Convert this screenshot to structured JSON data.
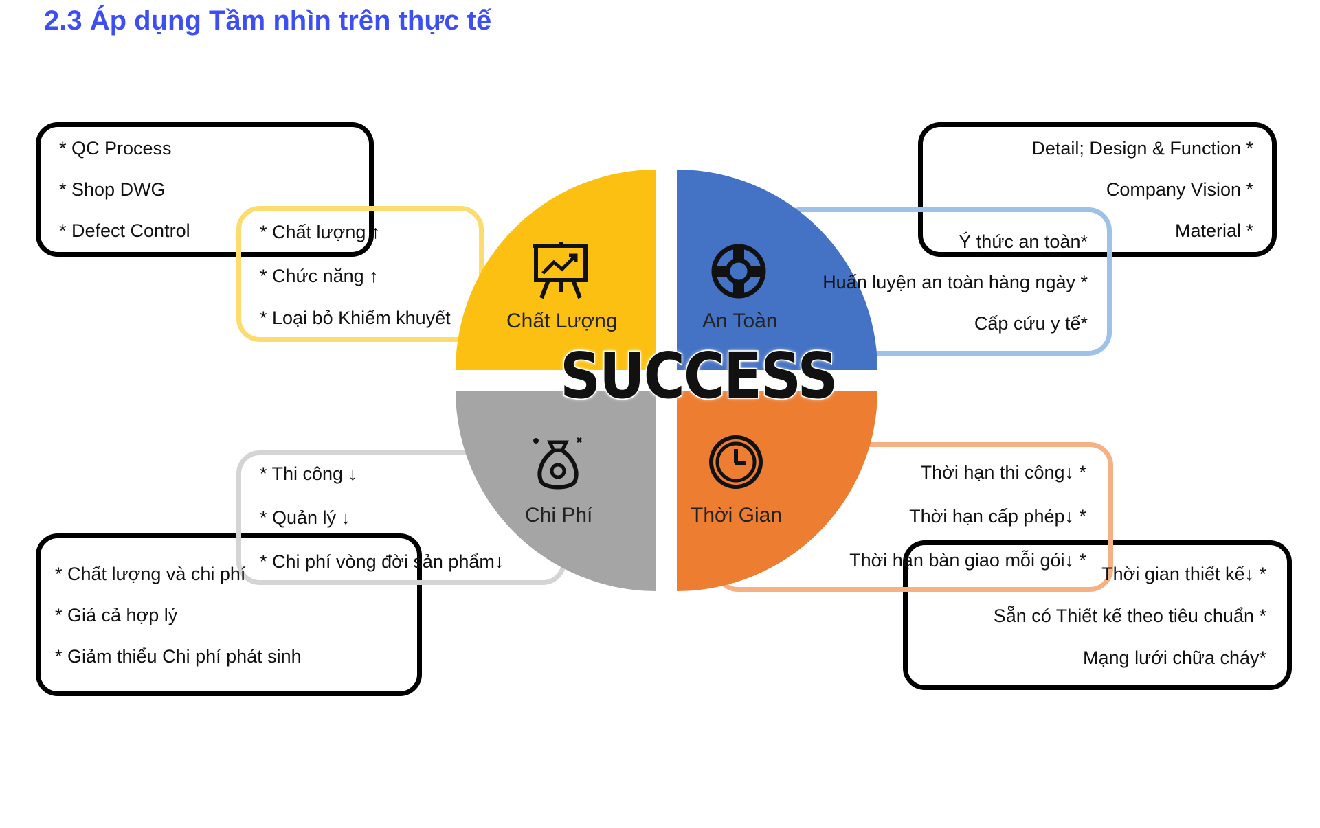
{
  "title": "2.3 Áp dụng Tầm nhìn trên thực tế",
  "center": "SUCCESS",
  "quadrants": {
    "quality": {
      "label": "Chất Lượng",
      "color": "#fcc012",
      "icon": "presentation-chart-icon"
    },
    "safety": {
      "label": "An Toàn",
      "color": "#4472c4",
      "icon": "lifebuoy-icon"
    },
    "cost": {
      "label": "Chi Phí",
      "color": "#a5a5a5",
      "icon": "money-bag-icon"
    },
    "time": {
      "label": "Thời Gian",
      "color": "#ed7d31",
      "icon": "clock-icon"
    }
  },
  "outer_top_left": [
    "* QC Process",
    "* Shop DWG",
    "* Defect Control"
  ],
  "inner_top_left": [
    "* Chất lượng ↑",
    "* Chức năng ↑",
    "* Loại bỏ Khiếm khuyết"
  ],
  "outer_top_right": [
    "Detail; Design & Function *",
    "Company Vision *",
    "Material *"
  ],
  "inner_top_right": [
    "Ý thức an toàn*",
    "Huấn luyện an toàn hàng ngày *",
    "Cấp cứu y tế*"
  ],
  "inner_bottom_left": [
    "* Thi công ↓",
    "* Quản lý ↓",
    "* Chi phí vòng đời sản phẩm↓"
  ],
  "outer_bottom_left": [
    "* Chất lượng và chi phí",
    "* Giá cả hợp lý",
    "* Giảm thiểu Chi phí phát sinh"
  ],
  "inner_bottom_right": [
    "Thời hạn thi công↓ *",
    "Thời hạn cấp phép↓ *",
    "Thời hạn bàn giao mỗi gói↓ *"
  ],
  "outer_bottom_right": [
    "Thời gian thiết kế↓ *",
    "Sẵn có Thiết kế theo tiêu chuẩn *",
    "Mạng lưới chữa cháy*"
  ]
}
